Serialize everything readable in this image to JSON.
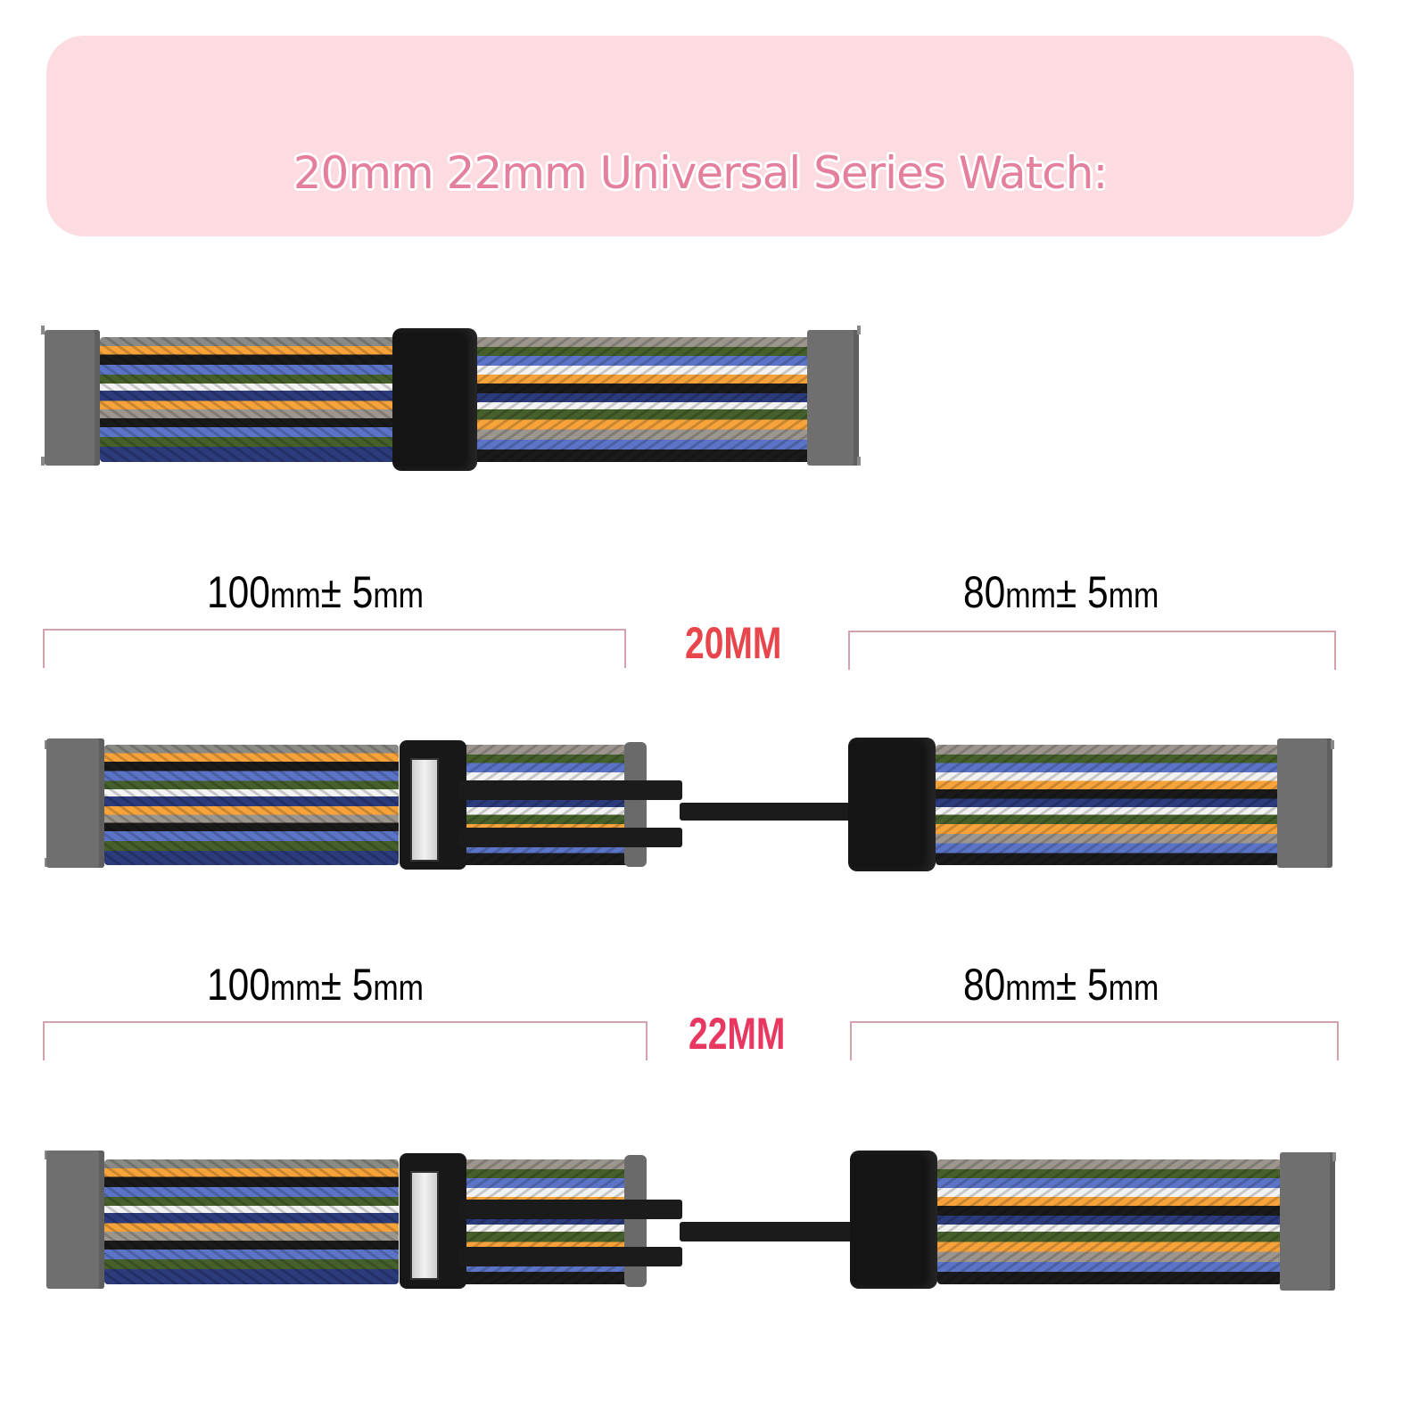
{
  "banner": {
    "title": "20mm 22mm Universal Series Watch:",
    "background_color": "#fcdbe1",
    "text_color": "#e47f9c"
  },
  "sizes": [
    {
      "label": "20MM",
      "label_color": "#e8464c",
      "long_piece": {
        "length": "100",
        "unit": "mm",
        "tolerance": "± 5",
        "tolerance_unit": "mm"
      },
      "short_piece": {
        "length": "80",
        "unit": "mm",
        "tolerance": "± 5",
        "tolerance_unit": "mm"
      }
    },
    {
      "label": "22MM",
      "label_color": "#e83862",
      "long_piece": {
        "length": "100",
        "unit": "mm",
        "tolerance": "± 5",
        "tolerance_unit": "mm"
      },
      "short_piece": {
        "length": "80",
        "unit": "mm",
        "tolerance": "± 5",
        "tolerance_unit": "mm"
      }
    }
  ],
  "band_colors": [
    "#f7a33a",
    "#1a1a1a",
    "#5b74c7",
    "#2c3b7b",
    "#45602b",
    "#9c968f",
    "#f3f3f3"
  ],
  "hardware_colors": {
    "lug": "#6f6f6f",
    "buckle": "#181818",
    "magnet_plate": "#e5e5e5"
  }
}
